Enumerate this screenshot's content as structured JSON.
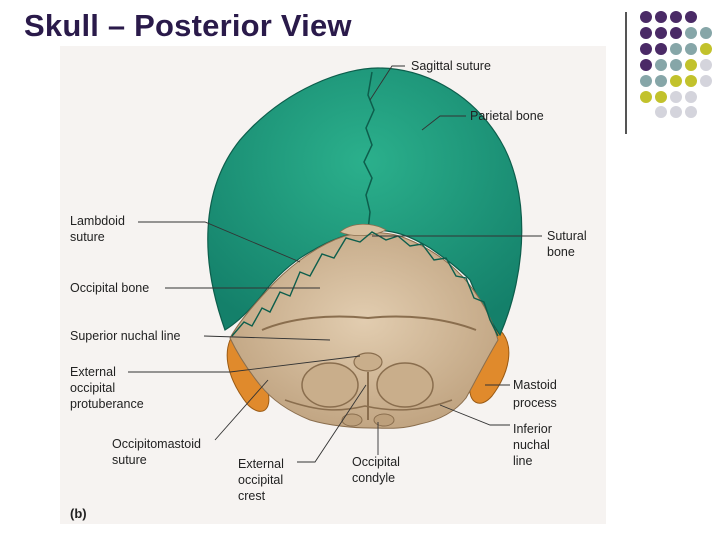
{
  "title": "Skull – Posterior View",
  "figure_tag": "(b)",
  "labels": {
    "sagittal_suture": "Sagittal suture",
    "parietal_bone": "Parietal bone",
    "lambdoid_suture_1": "Lambdoid",
    "lambdoid_suture_2": "suture",
    "occipital_bone": "Occipital bone",
    "superior_nuchal_line": "Superior nuchal line",
    "ext_occ_prot_1": "External",
    "ext_occ_prot_2": "occipital",
    "ext_occ_prot_3": "protuberance",
    "occipitomastoid_1": "Occipitomastoid",
    "occipitomastoid_2": "suture",
    "ext_occ_crest_1": "External",
    "ext_occ_crest_2": "occipital",
    "ext_occ_crest_3": "crest",
    "occipital_condyle_1": "Occipital",
    "occipital_condyle_2": "condyle",
    "inferior_nuchal_1": "Inferior",
    "inferior_nuchal_2": "nuchal",
    "inferior_nuchal_3": "line",
    "mastoid_1": "Mastoid",
    "mastoid_2": "process",
    "sutural_1": "Sutural",
    "sutural_2": "bone"
  },
  "colors": {
    "parietal": "#1f9a7a",
    "occipital": "#d7bf9e",
    "temporal": "#e08a2c",
    "dot_purple": "#4a2a66",
    "dot_teal": "#86a6a8",
    "dot_olive": "#c2c22c",
    "dot_gray": "#d4d4dc"
  }
}
